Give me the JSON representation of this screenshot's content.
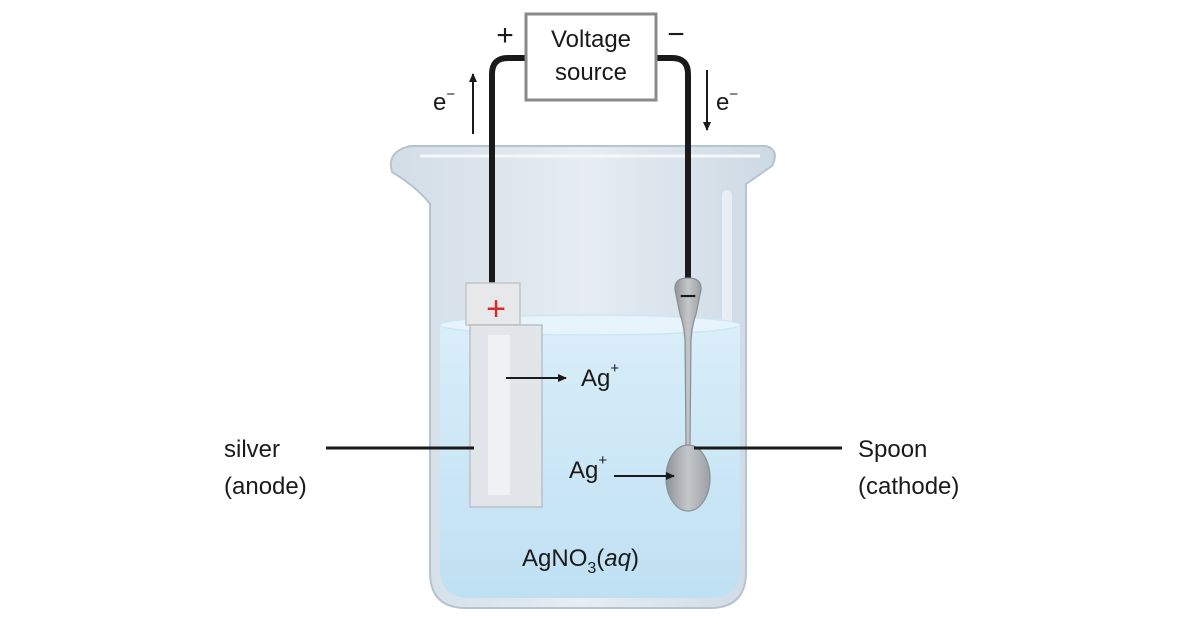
{
  "diagram": {
    "source": {
      "line1": "Voltage",
      "line2": "source"
    },
    "plus_sign": "+",
    "minus_sign": "−",
    "electron_left": {
      "base": "e",
      "sup": "−"
    },
    "electron_right": {
      "base": "e",
      "sup": "−"
    },
    "anode_label": {
      "line1": "silver",
      "line2": "(anode)"
    },
    "cathode_label": {
      "line1": "Spoon",
      "line2": "(cathode)"
    },
    "ion_top": {
      "base": "Ag",
      "sup": "+"
    },
    "ion_bottom": {
      "base": "Ag",
      "sup": "+"
    },
    "solution": {
      "pre": "AgNO",
      "sub": "3",
      "open": "(",
      "italic": "aq",
      "close": ")"
    },
    "electrode_plus": "+",
    "electrode_minus": "−"
  },
  "colors": {
    "glass": "#dde7ef",
    "glass_edge": "#b8c8d6",
    "liquid": "#cfe7f5",
    "silver_bar": "#e4e6e8",
    "spoon": "#a9adb1",
    "wire": "#1a1a1a",
    "plus_red": "#d62b2b"
  }
}
